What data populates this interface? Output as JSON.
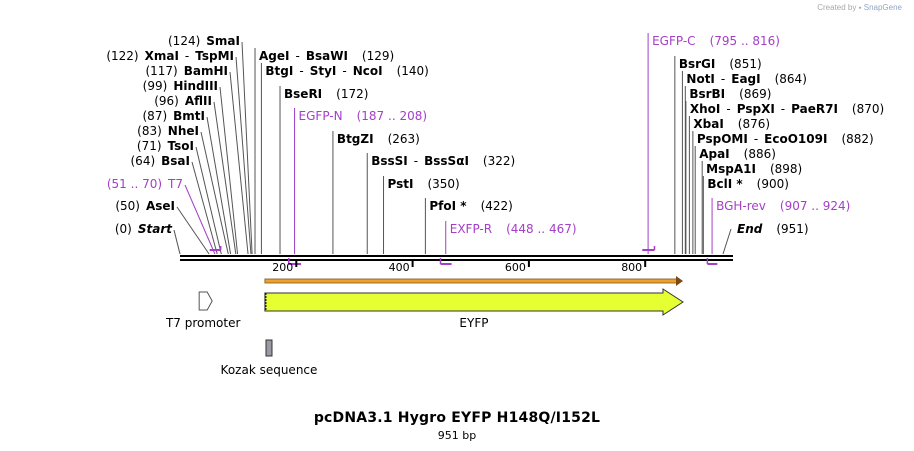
{
  "credit": {
    "prefix": "Created by",
    "brand": "SnapGene"
  },
  "map": {
    "title": "pcDNA3.1 Hygro EYFP H148Q/I152L",
    "length_label": "951 bp",
    "total_bp": 951,
    "ruler": [
      {
        "pos": 200,
        "label": "200"
      },
      {
        "pos": 400,
        "label": "400"
      },
      {
        "pos": 600,
        "label": "600"
      },
      {
        "pos": 800,
        "label": "800"
      }
    ],
    "left_labels": [
      {
        "pos": 124,
        "parts": [
          {
            "t": "(124)"
          },
          {
            "t": "SmaI",
            "b": true
          }
        ]
      },
      {
        "pos": 122,
        "parts": [
          {
            "t": "(122)"
          },
          {
            "t": "XmaI",
            "b": true
          },
          {
            "t": "-"
          },
          {
            "t": "TspMI",
            "b": true
          }
        ]
      },
      {
        "pos": 117,
        "parts": [
          {
            "t": "(117)"
          },
          {
            "t": "BamHI",
            "b": true
          }
        ]
      },
      {
        "pos": 99,
        "parts": [
          {
            "t": "(99)"
          },
          {
            "t": "HindIII",
            "b": true
          }
        ]
      },
      {
        "pos": 96,
        "parts": [
          {
            "t": "(96)"
          },
          {
            "t": "AflII",
            "b": true
          }
        ]
      },
      {
        "pos": 87,
        "parts": [
          {
            "t": "(87)"
          },
          {
            "t": "BmtI",
            "b": true
          }
        ]
      },
      {
        "pos": 83,
        "parts": [
          {
            "t": "(83)"
          },
          {
            "t": "NheI",
            "b": true
          }
        ]
      },
      {
        "pos": 71,
        "parts": [
          {
            "t": "(71)"
          },
          {
            "t": "TsoI",
            "b": true
          }
        ]
      },
      {
        "pos": 64,
        "parts": [
          {
            "t": "(64)"
          },
          {
            "t": "BsaI",
            "b": true
          }
        ]
      },
      {
        "pos": 60,
        "color": "#a43fc6",
        "parts": [
          {
            "t": "(51 .. 70)"
          },
          {
            "t": "T7"
          }
        ]
      },
      {
        "pos": 50,
        "parts": [
          {
            "t": "(50)"
          },
          {
            "t": "AseI",
            "b": true
          }
        ]
      },
      {
        "pos": 0,
        "parts": [
          {
            "t": "(0)"
          },
          {
            "t": "Start",
            "b": true,
            "i": true
          }
        ]
      }
    ],
    "right_labels": [
      {
        "pos": 129,
        "parts": [
          {
            "t": "AgeI",
            "b": true
          },
          {
            "t": "-"
          },
          {
            "t": "BsaWI",
            "b": true
          },
          {
            "t": "(129)"
          }
        ]
      },
      {
        "pos": 140,
        "parts": [
          {
            "t": "BtgI",
            "b": true
          },
          {
            "t": "-"
          },
          {
            "t": "StyI",
            "b": true
          },
          {
            "t": "-"
          },
          {
            "t": "NcoI",
            "b": true
          },
          {
            "t": "(140)"
          }
        ]
      },
      {
        "pos": 172,
        "parts": [
          {
            "t": "BseRI",
            "b": true
          },
          {
            "t": "(172)"
          }
        ]
      },
      {
        "pos": 197,
        "color": "#a43fc6",
        "parts": [
          {
            "t": "EGFP-N"
          },
          {
            "t": "(187 .. 208)"
          }
        ]
      },
      {
        "pos": 263,
        "parts": [
          {
            "t": "BtgZI",
            "b": true
          },
          {
            "t": "(263)"
          }
        ]
      },
      {
        "pos": 322,
        "parts": [
          {
            "t": "BssSI",
            "b": true
          },
          {
            "t": "-"
          },
          {
            "t": "BssSαI",
            "b": true
          },
          {
            "t": "(322)"
          }
        ]
      },
      {
        "pos": 350,
        "parts": [
          {
            "t": "PstI",
            "b": true
          },
          {
            "t": "(350)"
          }
        ]
      },
      {
        "pos": 422,
        "parts": [
          {
            "t": "PfoI *",
            "b": true
          },
          {
            "t": "(422)"
          }
        ]
      },
      {
        "pos": 457,
        "color": "#a43fc6",
        "parts": [
          {
            "t": "EXFP-R"
          },
          {
            "t": "(448 .. 467)"
          }
        ]
      },
      {
        "pos": 805,
        "color": "#a43fc6",
        "parts": [
          {
            "t": "EGFP-C"
          },
          {
            "t": "(795 .. 816)"
          }
        ]
      },
      {
        "pos": 851,
        "parts": [
          {
            "t": "BsrGI",
            "b": true
          },
          {
            "t": "(851)"
          }
        ]
      },
      {
        "pos": 864,
        "parts": [
          {
            "t": "NotI",
            "b": true
          },
          {
            "t": "-"
          },
          {
            "t": "EagI",
            "b": true
          },
          {
            "t": "(864)"
          }
        ]
      },
      {
        "pos": 869,
        "parts": [
          {
            "t": "BsrBI",
            "b": true
          },
          {
            "t": "(869)"
          }
        ]
      },
      {
        "pos": 870,
        "parts": [
          {
            "t": "XhoI",
            "b": true
          },
          {
            "t": "-"
          },
          {
            "t": "PspXI",
            "b": true
          },
          {
            "t": "-"
          },
          {
            "t": "PaeR7I",
            "b": true
          },
          {
            "t": "(870)"
          }
        ]
      },
      {
        "pos": 876,
        "parts": [
          {
            "t": "XbaI",
            "b": true
          },
          {
            "t": "(876)"
          }
        ]
      },
      {
        "pos": 882,
        "parts": [
          {
            "t": "PspOMI",
            "b": true
          },
          {
            "t": "-"
          },
          {
            "t": "EcoO109I",
            "b": true
          },
          {
            "t": "(882)"
          }
        ]
      },
      {
        "pos": 886,
        "parts": [
          {
            "t": "ApaI",
            "b": true
          },
          {
            "t": "(886)"
          }
        ]
      },
      {
        "pos": 898,
        "parts": [
          {
            "t": "MspA1I",
            "b": true
          },
          {
            "t": "(898)"
          }
        ]
      },
      {
        "pos": 900,
        "parts": [
          {
            "t": "BclI *",
            "b": true
          },
          {
            "t": "(900)"
          }
        ]
      },
      {
        "pos": 915,
        "color": "#a43fc6",
        "parts": [
          {
            "t": "BGH-rev"
          },
          {
            "t": "(907 .. 924)"
          }
        ]
      },
      {
        "pos": 951,
        "parts": [
          {
            "t": "End",
            "b": true,
            "i": true
          },
          {
            "t": "(951)"
          }
        ]
      }
    ],
    "primers": [
      {
        "name": "T7",
        "start": 51,
        "end": 70,
        "dir": "fwd"
      },
      {
        "name": "EGFP-N",
        "start": 187,
        "end": 208,
        "dir": "rev"
      },
      {
        "name": "EXFP-R",
        "start": 448,
        "end": 467,
        "dir": "rev"
      },
      {
        "name": "EGFP-C",
        "start": 795,
        "end": 816,
        "dir": "fwd"
      },
      {
        "name": "BGH-rev",
        "start": 907,
        "end": 924,
        "dir": "rev"
      }
    ],
    "features": [
      {
        "name": "T7 promoter",
        "start": 51,
        "end": 70,
        "type": "promoter",
        "color": "#ffffff"
      },
      {
        "name": "EYFP",
        "start": 146,
        "end": 865,
        "type": "cds",
        "color": "#e6ff33"
      },
      {
        "name": "Kozak sequence",
        "start": 136,
        "end": 146,
        "type": "kozak",
        "color": "#9a9aa2"
      }
    ],
    "orf": {
      "start": 146,
      "end": 865,
      "color": "#f0a030"
    }
  }
}
